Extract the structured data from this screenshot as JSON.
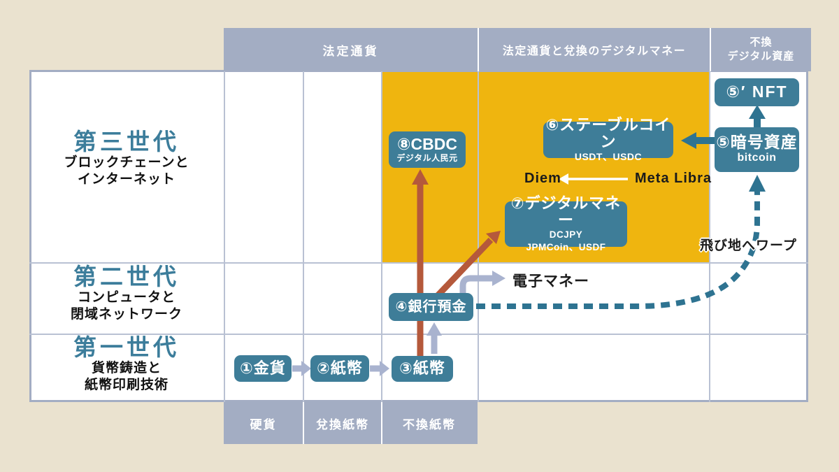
{
  "colors": {
    "background": "#EAE2CF",
    "band": "#A3ADC3",
    "grid_line": "#B9C1D3",
    "highlight_yellow": "#EFB50F",
    "node_teal": "#3E7D98",
    "generation_title": "#3C7D9B",
    "arrow_gray": "#A9B3CF",
    "arrow_red": "#B5593B",
    "arrow_teal": "#2E7391",
    "arrow_white": "#FFFFFF"
  },
  "header": {
    "columns": [
      {
        "label": "法定通貨"
      },
      {
        "label": "法定通貨と兌換のデジタルマネー"
      },
      {
        "line1": "不換",
        "line2": "デジタル資産"
      }
    ]
  },
  "generations": [
    {
      "title": "第三世代",
      "subtitle1": "ブロックチェーンと",
      "subtitle2": "インターネット"
    },
    {
      "title": "第二世代",
      "subtitle1": "コンピュータと",
      "subtitle2": "閉域ネットワーク"
    },
    {
      "title": "第一世代",
      "subtitle1": "貨幣鋳造と",
      "subtitle2": "紙幣印刷技術"
    }
  ],
  "footer": {
    "columns": [
      "硬貨",
      "兌換紙幣",
      "不換紙幣"
    ]
  },
  "nodes": {
    "gold_coin": {
      "label": "①金貨"
    },
    "convertible_note": {
      "label": "②紙幣"
    },
    "inconvertible_note": {
      "label": "③紙幣"
    },
    "bank_deposit": {
      "label": "④銀行預金"
    },
    "cbdc": {
      "label": "⑧CBDC",
      "sub": "デジタル人民元"
    },
    "digital_money": {
      "label": "⑦デジタルマネー",
      "sub1": "DCJPY",
      "sub2": "JPMCoin、USDF"
    },
    "stablecoin": {
      "label": "⑥ステーブルコイン",
      "sub": "USDT、USDC"
    },
    "crypto_asset": {
      "label": "⑤暗号資産",
      "sub": "bitcoin"
    },
    "nft": {
      "label": "⑤′ NFT"
    }
  },
  "annotations": {
    "e_money": "電子マネー",
    "diem": "Diem",
    "meta_libra": "Meta Libra",
    "warp": "飛び地へワープ"
  }
}
